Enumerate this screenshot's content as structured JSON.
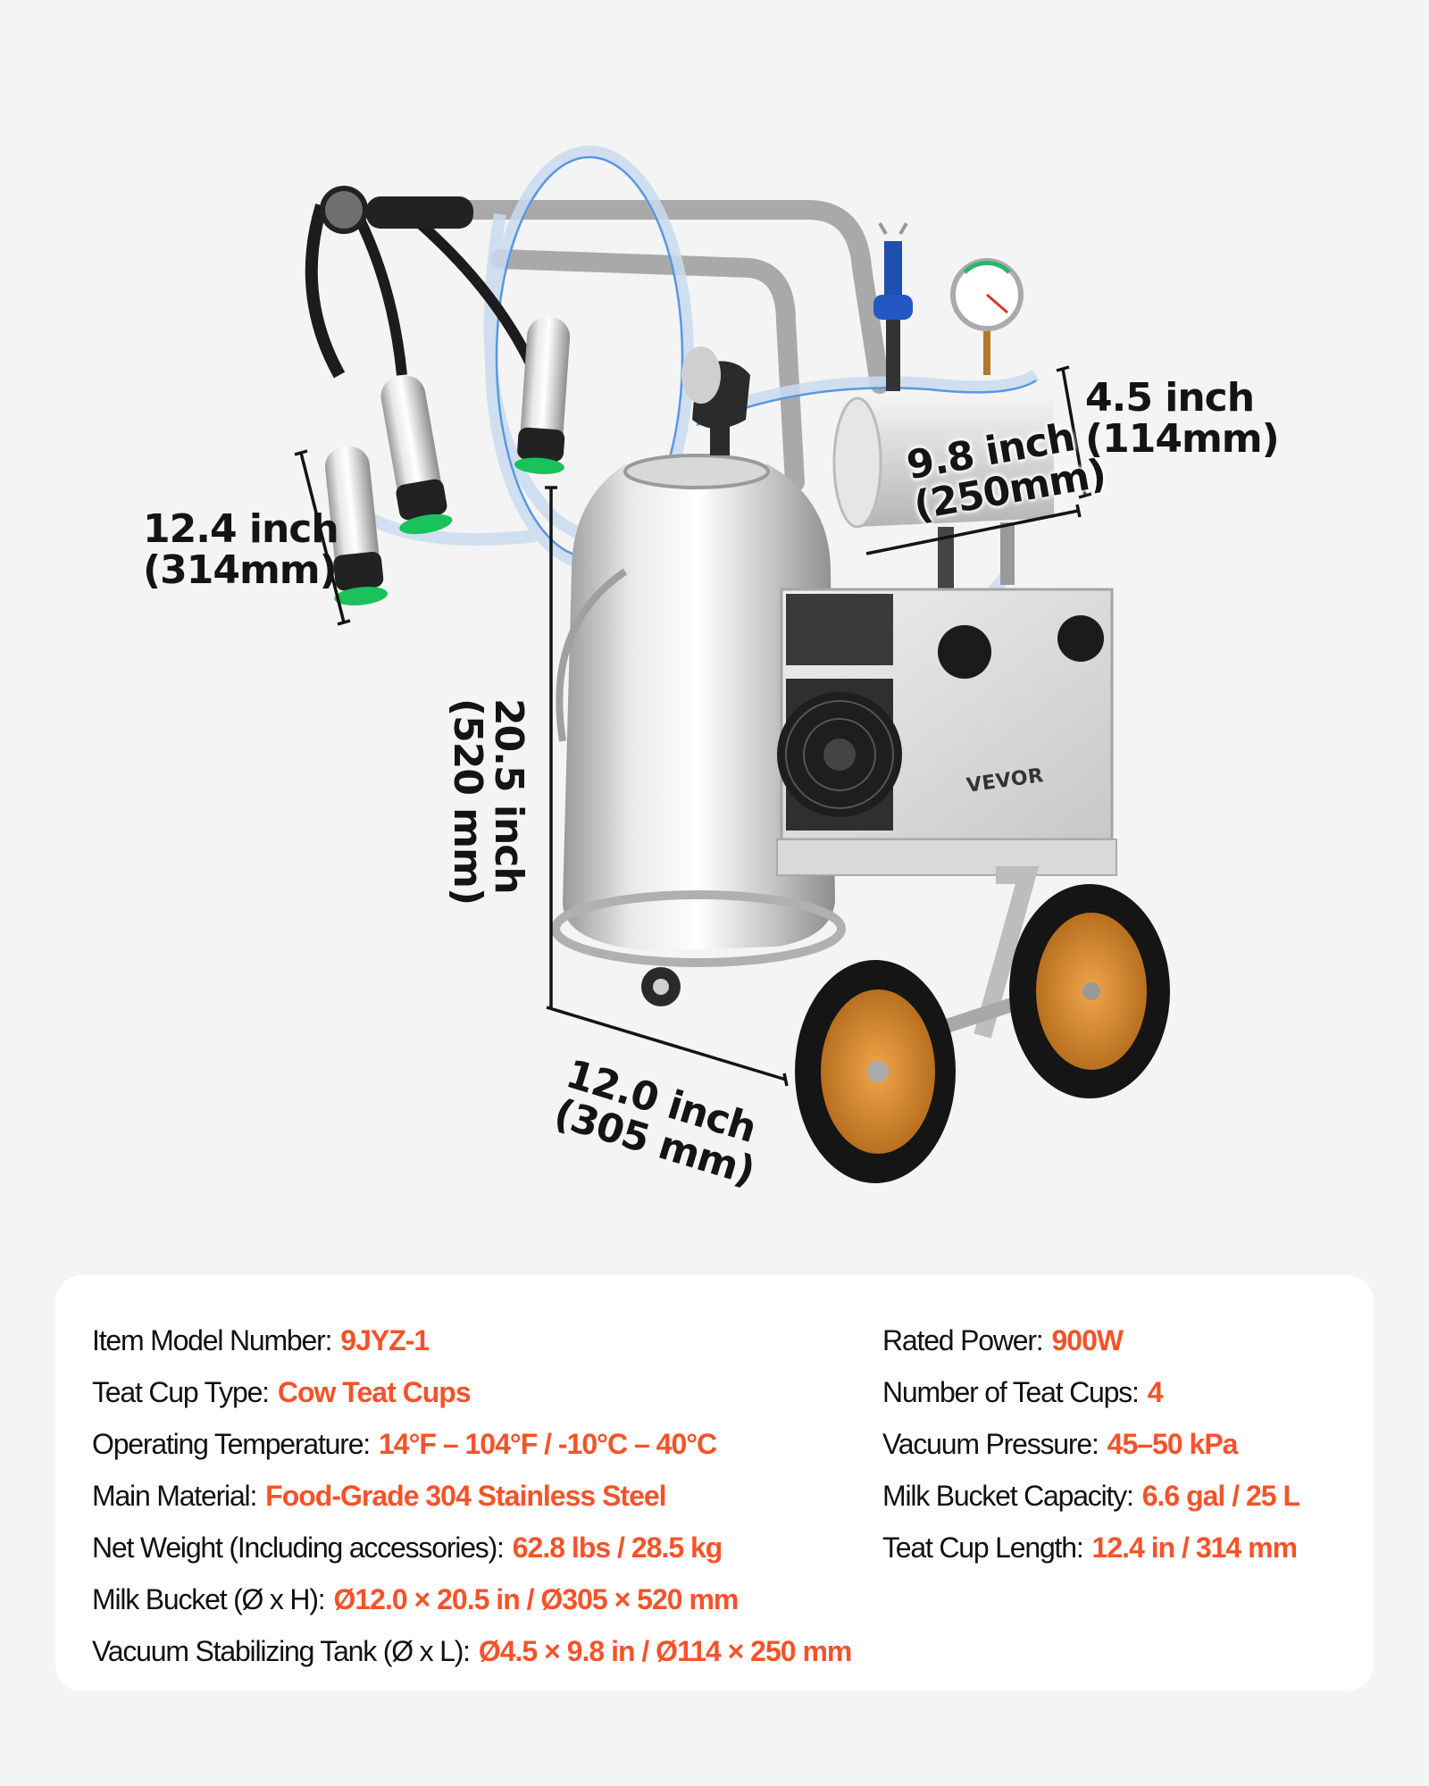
{
  "product": {
    "brand": "VEVOR",
    "illustration": "stainless steel milking machine with bucket, pump unit, vacuum tank, pressure gauge, teat cups, hoses and two orange-hub wheels"
  },
  "dimensions": {
    "teat_cup_length": {
      "imperial": "12.4 inch",
      "metric": "(314mm)"
    },
    "bucket_height": {
      "imperial": "20.5 inch",
      "metric": "(520 mm)"
    },
    "bucket_diameter": {
      "imperial": "12.0 inch",
      "metric": "(305 mm)"
    },
    "tank_length": {
      "imperial": "9.8 inch",
      "metric": "(250mm)"
    },
    "tank_diameter": {
      "imperial": "4.5 inch",
      "metric": "(114mm)"
    }
  },
  "specs": {
    "left": [
      {
        "label": "Item Model Number:",
        "value": "9JYZ-1"
      },
      {
        "label": "Teat Cup Type:",
        "value": "Cow Teat Cups"
      },
      {
        "label": "Operating Temperature:",
        "value": "14°F – 104°F / -10°C – 40°C"
      },
      {
        "label": "Main Material:",
        "value": "Food-Grade 304 Stainless Steel"
      },
      {
        "label": "Net Weight (Including accessories):",
        "value": "62.8 lbs / 28.5 kg"
      },
      {
        "label": "Milk Bucket (Ø x H):",
        "value": "Ø12.0 × 20.5 in / Ø305 × 520 mm"
      },
      {
        "label": "Vacuum Stabilizing Tank (Ø x L):",
        "value": "Ø4.5 × 9.8 in / Ø114 × 250 mm"
      }
    ],
    "right": [
      {
        "label": "Rated Power:",
        "value": "900W"
      },
      {
        "label": "Number of Teat Cups:",
        "value": "4"
      },
      {
        "label": "Vacuum Pressure:",
        "value": "45–50 kPa"
      },
      {
        "label": "Milk Bucket Capacity:",
        "value": "6.6 gal / 25 L"
      },
      {
        "label": "Teat Cup Length:",
        "value": "12.4 in / 314 mm"
      }
    ]
  },
  "colors": {
    "background": "#f4f4f4",
    "card": "#ffffff",
    "accent_value": "#f4532a",
    "text": "#111111",
    "wheel_hub": "#d98a2b"
  }
}
